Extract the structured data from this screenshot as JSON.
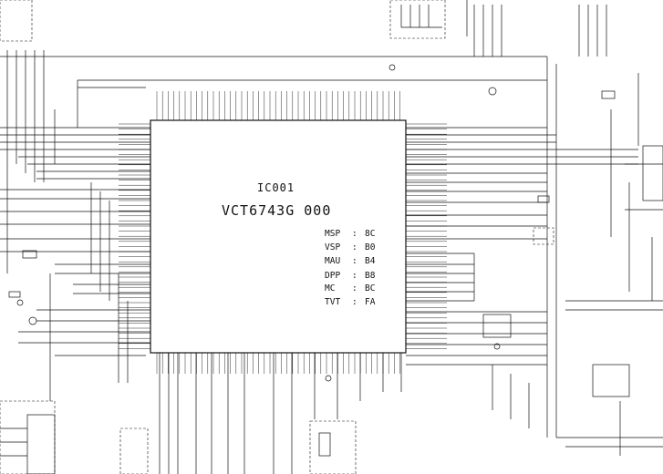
{
  "schematic": {
    "ic_ref": "IC001",
    "ic_part": "VCT6743G 000",
    "registers": [
      {
        "name": "MSP",
        "sep": ":",
        "value": "8C"
      },
      {
        "name": "VSP",
        "sep": ":",
        "value": "B0"
      },
      {
        "name": "MAU",
        "sep": ":",
        "value": "B4"
      },
      {
        "name": "DPP",
        "sep": ":",
        "value": "B8"
      },
      {
        "name": "MC",
        "sep": ":",
        "value": "BC"
      },
      {
        "name": "TVT",
        "sep": ":",
        "value": "FA"
      }
    ]
  },
  "colors": {
    "ink": "#111111",
    "paper": "#ffffff"
  }
}
